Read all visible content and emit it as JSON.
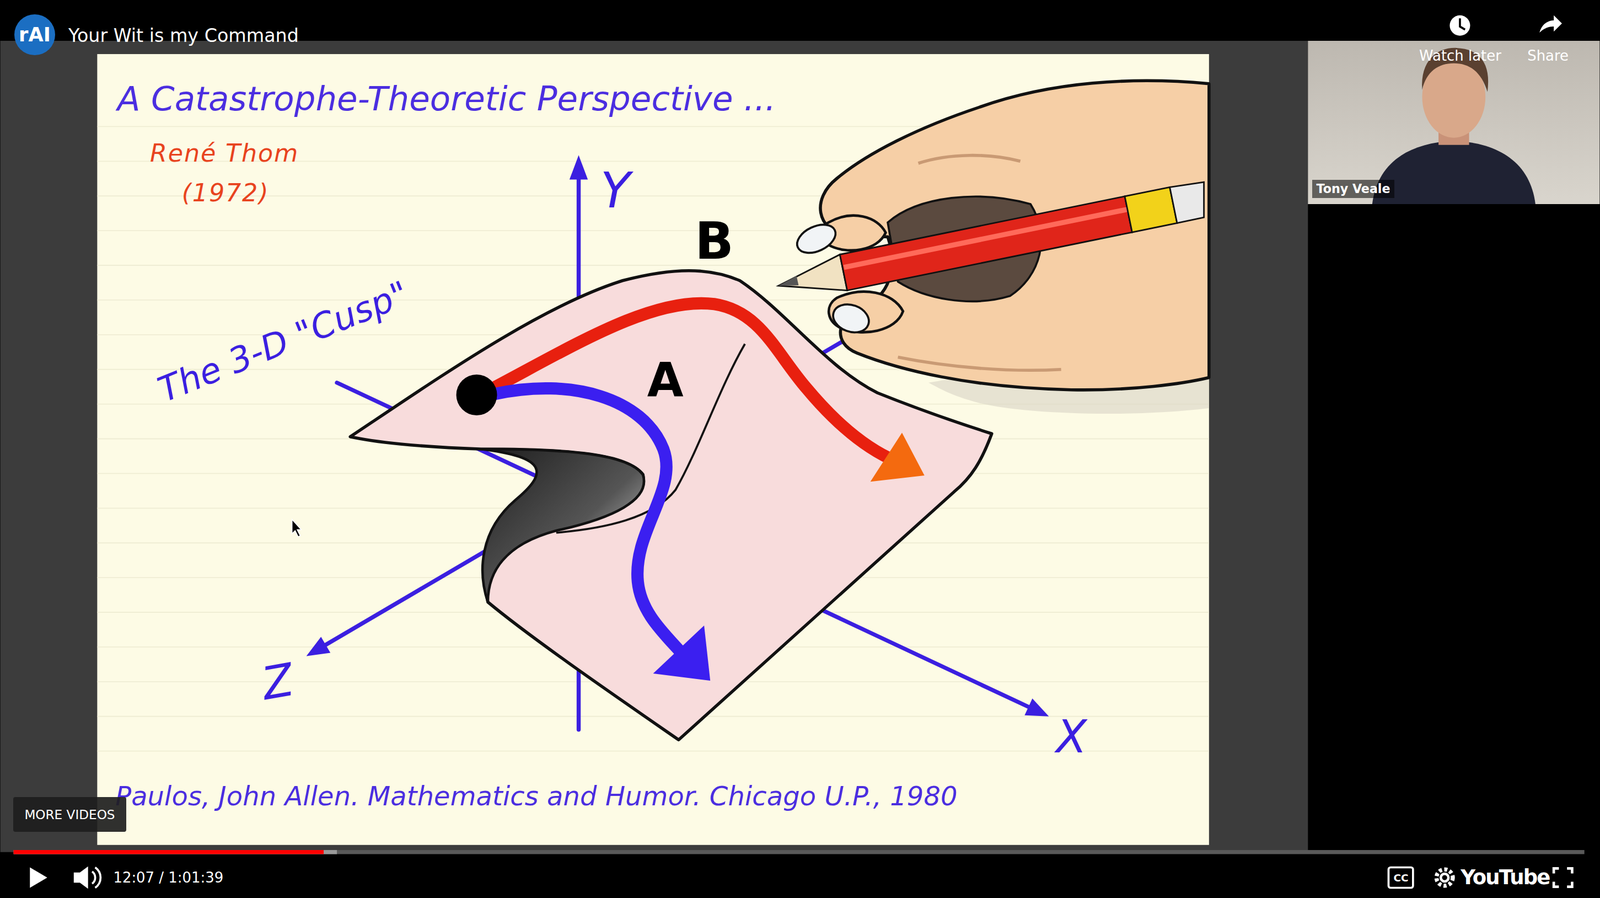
{
  "diagram": {
    "title": "A Catastrophe-Theoretic Perspective ...",
    "caption": "Paulos, John Allen. Mathematics and Humor. Chicago U.P., 1980",
    "nodes": [
      {
        "text": [
          "rAI"
        ]
      },
      {
        "text": [
          "MORE VIDEOS"
        ]
      }
    ],
    "labels": [
      "Your Wit is my Command",
      "Watch later",
      "Share",
      "Tony Veale",
      "René Thom",
      "(1972)",
      "Y",
      "B",
      "A",
      "The 3-D \"Cusp\"",
      "Z",
      "X",
      "12:07 / 1:01:39",
      "CC",
      "YouTube"
    ]
  }
}
